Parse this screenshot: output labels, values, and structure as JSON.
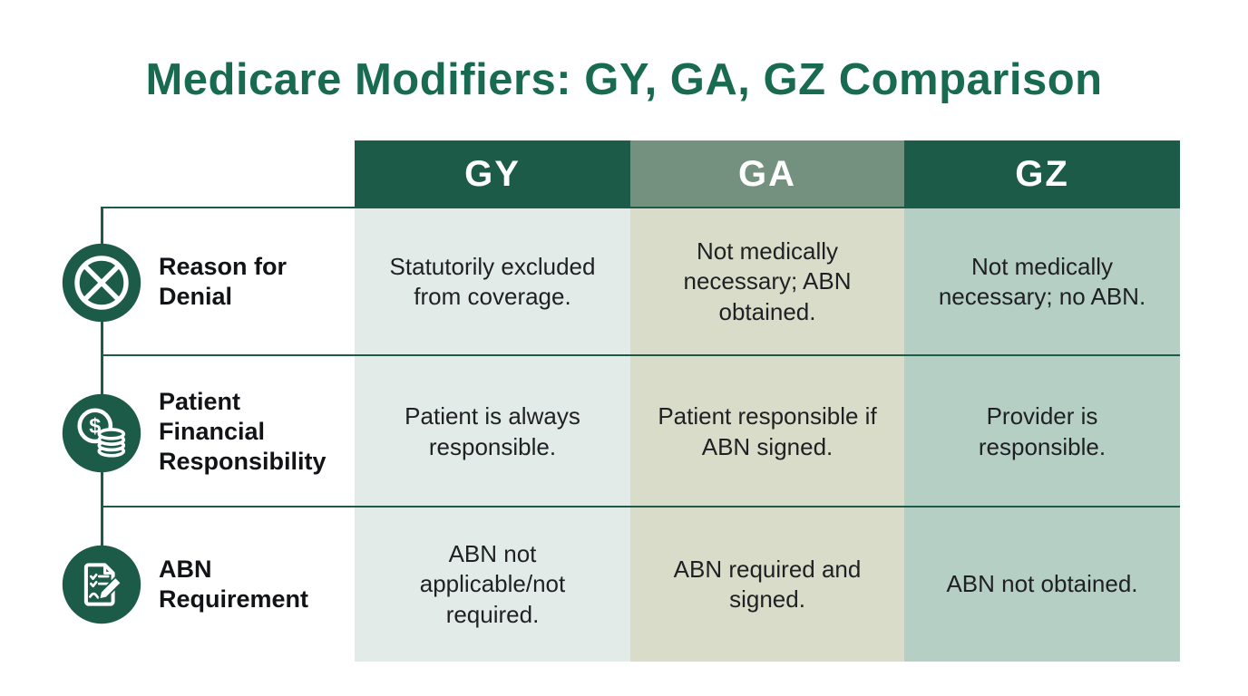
{
  "title": "Medicare Modifiers: GY, GA, GZ Comparison",
  "colors": {
    "title_green": "#186a50",
    "header_dark_green": "#1d5b49",
    "header_sage_green": "#74907e",
    "gy_body_bg": "#e2ebe7",
    "ga_body_bg": "#d8dcc9",
    "gz_body_bg": "#b5cfc4",
    "line_green": "#1d5b49",
    "text_dark": "#1f2023"
  },
  "table": {
    "columns": [
      {
        "label": "GY"
      },
      {
        "label": "GA"
      },
      {
        "label": "GZ"
      }
    ],
    "rows": [
      {
        "icon": "denied-circle-x-icon",
        "label": "Reason for Denial",
        "cells": [
          "Statutorily excluded from coverage.",
          "Not medically necessary; ABN obtained.",
          "Not medically necessary; no ABN."
        ]
      },
      {
        "icon": "dollar-coins-icon",
        "label": "Patient Financial Responsibility",
        "cells": [
          "Patient is always responsible.",
          "Patient responsible if ABN signed.",
          "Provider is responsible."
        ]
      },
      {
        "icon": "abn-document-pen-icon",
        "label": "ABN Requirement",
        "cells": [
          "ABN not applicable/not required.",
          "ABN required and signed.",
          "ABN not obtained."
        ]
      }
    ]
  }
}
